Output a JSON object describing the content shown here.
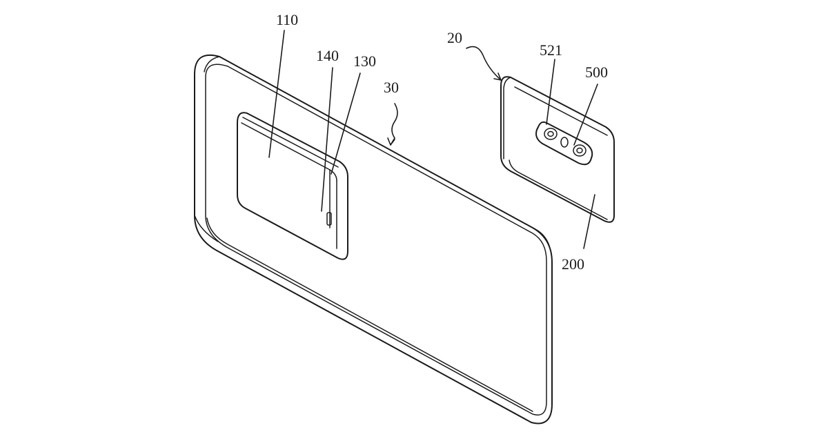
{
  "labels": {
    "l110": "110",
    "l140": "140",
    "l130": "130",
    "l30": "30",
    "l20": "20",
    "l521": "521",
    "l500": "500",
    "l200": "200"
  }
}
